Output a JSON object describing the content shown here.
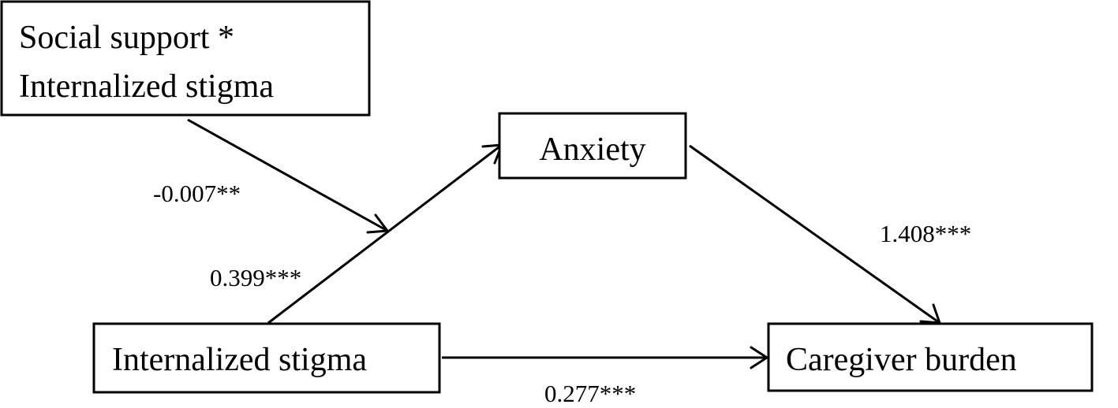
{
  "nodes": {
    "moderator": {
      "line1": "Social support *",
      "line2": "Internalized stigma"
    },
    "mediator": {
      "label": "Anxiety"
    },
    "predictor": {
      "label": "Internalized stigma"
    },
    "outcome": {
      "label": "Caregiver burden"
    }
  },
  "paths": {
    "moderation": "-0.007**",
    "a_path": "0.399***",
    "b_path": "1.408***",
    "c_prime_path": "0.277***"
  }
}
